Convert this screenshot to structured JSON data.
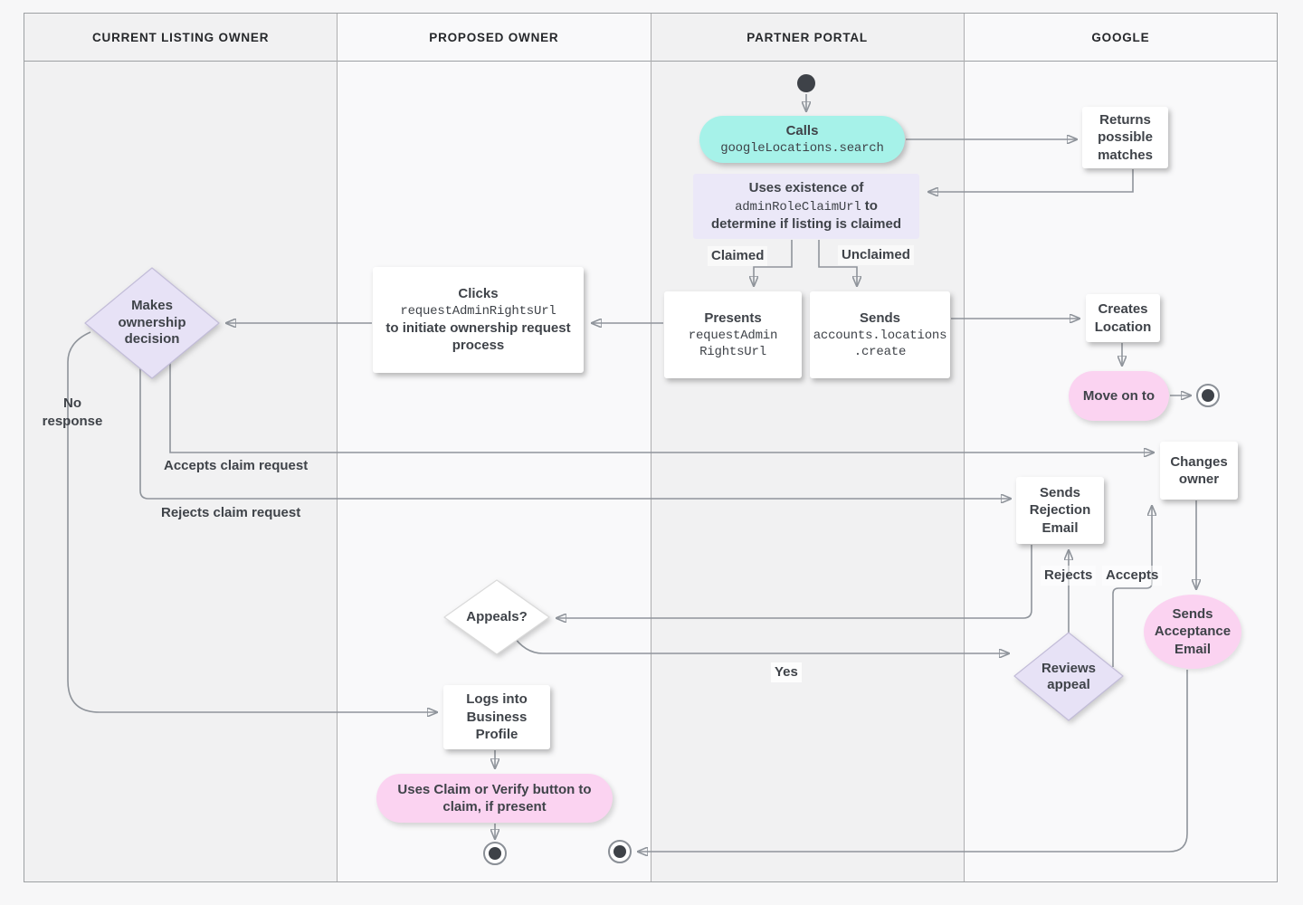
{
  "lanes": [
    {
      "label": "CURRENT LISTING OWNER"
    },
    {
      "label": "PROPOSED OWNER"
    },
    {
      "label": "PARTNER PORTAL"
    },
    {
      "label": "GOOGLE"
    }
  ],
  "nodes": {
    "calls": {
      "title": "Calls",
      "code": "googleLocations.search"
    },
    "returns": {
      "label": "Returns possible matches"
    },
    "uses_existence": {
      "line1": "Uses existence of",
      "code": "adminRoleClaimUrl",
      "line2_suffix": " to",
      "line3": "determine if listing is claimed"
    },
    "presents": {
      "title": "Presents",
      "code1": "requestAdmin",
      "code2": "RightsUrl"
    },
    "sends_create": {
      "title": "Sends",
      "code1": "accounts.locations",
      "code2": ".create"
    },
    "clicks": {
      "title": "Clicks",
      "code": "requestAdminRightsUrl",
      "rest": "to initiate ownership request process"
    },
    "decision": {
      "label": "Makes ownership decision"
    },
    "creates_location": {
      "label": "Creates Location"
    },
    "move_on": {
      "label": "Move on to"
    },
    "changes_owner": {
      "label": "Changes owner"
    },
    "rejection_email": {
      "label": "Sends Rejection Email"
    },
    "appeals": {
      "label": "Appeals?"
    },
    "reviews": {
      "label": "Reviews appeal"
    },
    "acceptance_email": {
      "label": "Sends Acceptance Email"
    },
    "logs_in": {
      "label": "Logs into Business Profile"
    },
    "claim_verify": {
      "label": "Uses Claim or Verify button to claim, if present"
    }
  },
  "edge_labels": {
    "claimed": "Claimed",
    "unclaimed": "Unclaimed",
    "no_response": "No response",
    "accepts_claim": "Accepts claim request",
    "rejects_claim": "Rejects claim request",
    "rejects": "Rejects",
    "accepts": "Accepts",
    "yes": "Yes"
  },
  "colors": {
    "teal": "#a6f2e9",
    "pink": "#fbd3f1",
    "lavender": "#e7e2f6",
    "note_purple": "#ebe8f8",
    "line_gray": "#8f949b",
    "text": "#3f4349"
  }
}
